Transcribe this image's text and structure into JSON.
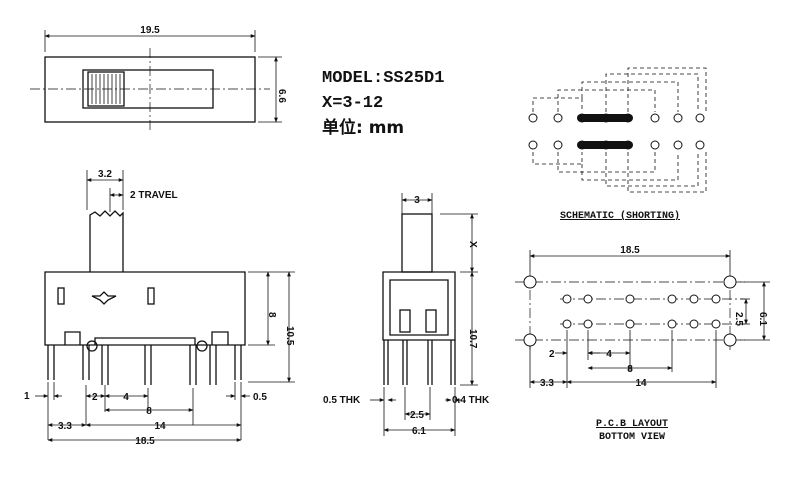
{
  "header": {
    "model": "MODEL:SS25D1",
    "x_range": "X=3-12",
    "unit": "单位: mm"
  },
  "top_view": {
    "width_dim": "19.5",
    "height_dim": "6.6"
  },
  "side_view": {
    "knob_width": "3.2",
    "travel": "2 TRAVEL",
    "height_8": "8",
    "height_10_5": "10.5",
    "dim_1": "1",
    "dim_2": "2",
    "dim_4": "4",
    "dim_8": "8",
    "dim_0_5": "0.5",
    "dim_3_3": "3.3",
    "dim_14": "14",
    "dim_18_5": "18.5"
  },
  "end_view": {
    "knob": "3",
    "x": "X",
    "height": "10.7",
    "thk_left": "0.5 THK",
    "thk_right": "0.4 THK",
    "dim_2_5": "2.5",
    "dim_6_1": "6.1"
  },
  "schematic": {
    "caption": "SCHEMATIC (SHORTING)"
  },
  "pcb": {
    "dim_18_5": "18.5",
    "dim_2_5": "2.5",
    "dim_6_1": "6.1",
    "dim_2": "2",
    "dim_4": "4",
    "dim_8": "8",
    "dim_3_3": "3.3",
    "dim_14": "14",
    "caption1": "P.C.B LAYOUT",
    "caption2": "BOTTOM VIEW"
  }
}
